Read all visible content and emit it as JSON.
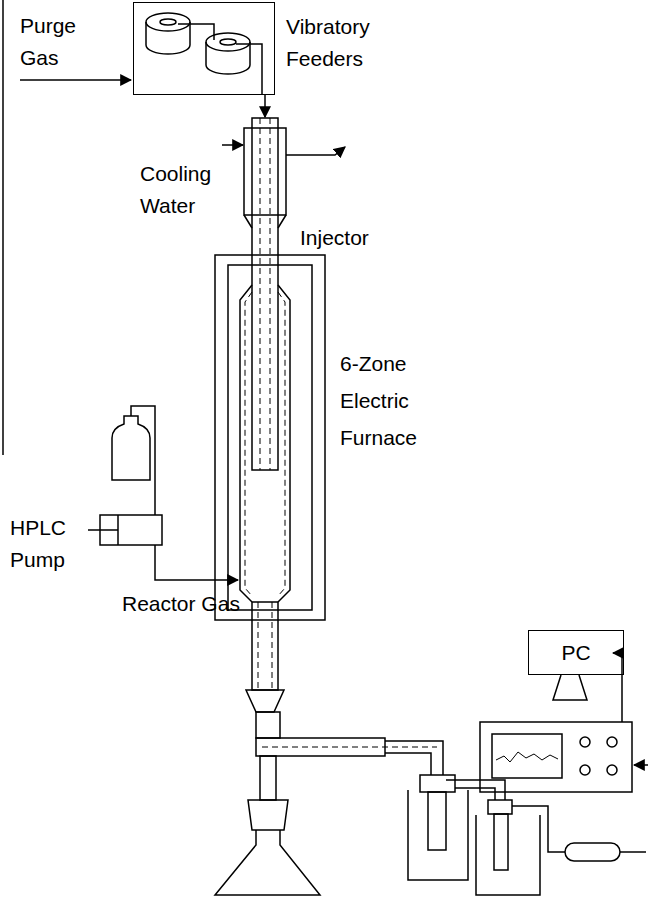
{
  "diagram": {
    "nodes": [
      {
        "text": [
          "Vibratory Feeders"
        ]
      },
      {
        "text": [
          "PC"
        ]
      }
    ],
    "labels": [
      "Purge Gas",
      "Cooling Water",
      "Injector",
      "6-Zone Electric Furnace",
      "HPLC Pump",
      "Reactor Gas"
    ]
  }
}
